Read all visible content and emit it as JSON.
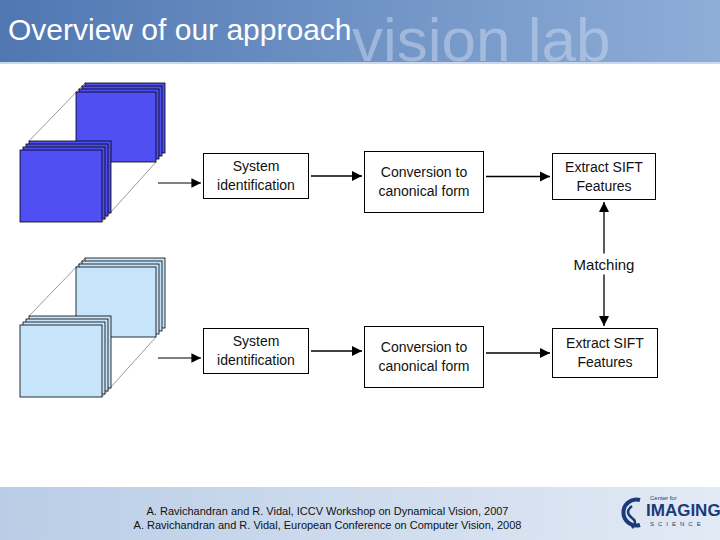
{
  "diagram": {
    "title": "Overview of our approach",
    "nodes": [
      {
        "text": [
          "System identification"
        ]
      },
      {
        "text": [
          "Conversion to canonical form"
        ]
      },
      {
        "text": [
          "Extract SIFT Features"
        ]
      },
      {
        "text": [
          "System identification"
        ]
      },
      {
        "text": [
          "Conversion to canonical form"
        ]
      },
      {
        "text": [
          "Extract SIFT Features"
        ]
      }
    ],
    "edges": [
      {
        "from": 0,
        "to": 1,
        "arrow": "to"
      },
      {
        "from": 1,
        "to": 2,
        "arrow": "to"
      },
      {
        "from": 2,
        "to": 5,
        "label": "Matching",
        "arrow": "both"
      },
      {
        "from": 3,
        "to": 4,
        "arrow": "to"
      },
      {
        "from": 4,
        "to": 5,
        "arrow": "to"
      }
    ],
    "labels": [
      "vision lab",
      "A. Ravichandran and R. Vidal, ICCV Workshop on Dynamical Vision, 2007",
      "A. Ravichandran and R. Vidal, European Conference on Computer Vision, 2008",
      "Center for",
      "IMAGING",
      "SCIENCE"
    ]
  }
}
